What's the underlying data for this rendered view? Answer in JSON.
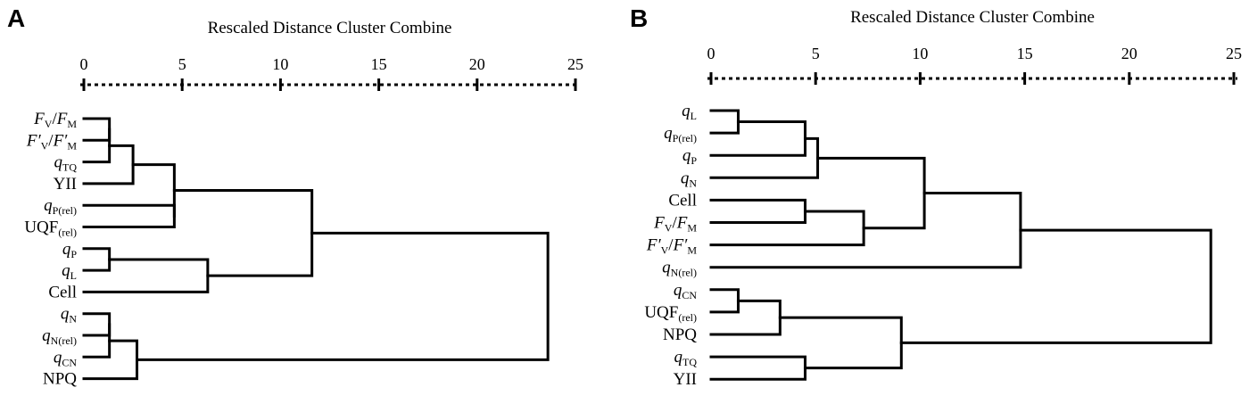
{
  "panels": [
    {
      "letter": "A",
      "axis_title": "Rescaled Distance Cluster Combine",
      "ticks": [
        "0",
        "5",
        "10",
        "15",
        "20",
        "25"
      ],
      "leaves": [
        {
          "base": "F",
          "sub": "V",
          "sep": "/",
          "base2": "F",
          "sub2": "M",
          "italic": true
        },
        {
          "base": "F′",
          "sub": "V",
          "sep": "/",
          "base2": "F′",
          "sub2": "M",
          "italic": true
        },
        {
          "base": "q",
          "sub": "TQ",
          "italic": true
        },
        {
          "base": "YII",
          "sub": "",
          "italic": false
        },
        {
          "base": "q",
          "sub": "P(rel)",
          "italic": true
        },
        {
          "base": "UQF",
          "sub": "(rel)",
          "italic": false
        },
        {
          "base": "q",
          "sub": "P",
          "italic": true
        },
        {
          "base": "q",
          "sub": "L",
          "italic": true
        },
        {
          "base": "Cell",
          "sub": "",
          "italic": false
        },
        {
          "base": "q",
          "sub": "N",
          "italic": true
        },
        {
          "base": "q",
          "sub": "N(rel)",
          "italic": true
        },
        {
          "base": "q",
          "sub": "CN",
          "italic": true
        },
        {
          "base": "NPQ",
          "sub": "",
          "italic": false
        }
      ],
      "merges": [
        {
          "a": 0,
          "b": 1,
          "d": 1.3
        },
        {
          "a": "m0",
          "b": 2,
          "d": 1.3
        },
        {
          "a": "m1",
          "b": 3,
          "d": 2.5
        },
        {
          "a": 4,
          "b": 5,
          "d": 4.6
        },
        {
          "a": "m2",
          "b": "m3",
          "d": 4.6
        },
        {
          "a": 6,
          "b": 7,
          "d": 1.3
        },
        {
          "a": "m5",
          "b": 8,
          "d": 6.3
        },
        {
          "a": "m4",
          "b": "m6",
          "d": 11.6
        },
        {
          "a": 9,
          "b": 10,
          "d": 1.3
        },
        {
          "a": "m8",
          "b": 11,
          "d": 1.3
        },
        {
          "a": "m9",
          "b": 12,
          "d": 2.7
        },
        {
          "a": "m7",
          "b": "m10",
          "d": 23.6
        }
      ]
    },
    {
      "letter": "B",
      "axis_title": "Rescaled Distance Cluster Combine",
      "ticks": [
        "0",
        "5",
        "10",
        "15",
        "20",
        "25"
      ],
      "leaves": [
        {
          "base": "q",
          "sub": "L",
          "italic": true
        },
        {
          "base": "q",
          "sub": "P(rel)",
          "italic": true
        },
        {
          "base": "q",
          "sub": "P",
          "italic": true
        },
        {
          "base": "q",
          "sub": "N",
          "italic": true
        },
        {
          "base": "Cell",
          "sub": "",
          "italic": false
        },
        {
          "base": "F",
          "sub": "V",
          "sep": "/",
          "base2": "F",
          "sub2": "M",
          "italic": true
        },
        {
          "base": "F′",
          "sub": "V",
          "sep": "/",
          "base2": "F′",
          "sub2": "M",
          "italic": true
        },
        {
          "base": "q",
          "sub": "N(rel)",
          "italic": true
        },
        {
          "base": "q",
          "sub": "CN",
          "italic": true
        },
        {
          "base": "UQF",
          "sub": "(rel)",
          "italic": false
        },
        {
          "base": "NPQ",
          "sub": "",
          "italic": false
        },
        {
          "base": "q",
          "sub": "TQ",
          "italic": true
        },
        {
          "base": "YII",
          "sub": "",
          "italic": false
        }
      ],
      "merges": [
        {
          "a": 0,
          "b": 1,
          "d": 1.3
        },
        {
          "a": "m0",
          "b": 2,
          "d": 4.5
        },
        {
          "a": "m1",
          "b": 3,
          "d": 5.1
        },
        {
          "a": 4,
          "b": 5,
          "d": 4.5
        },
        {
          "a": "m3",
          "b": 6,
          "d": 7.3
        },
        {
          "a": "m2",
          "b": "m4",
          "d": 10.2
        },
        {
          "a": "m5",
          "b": 7,
          "d": 14.8
        },
        {
          "a": 8,
          "b": 9,
          "d": 1.3
        },
        {
          "a": "m7",
          "b": 10,
          "d": 3.3
        },
        {
          "a": 11,
          "b": 12,
          "d": 4.5
        },
        {
          "a": "m8",
          "b": "m9",
          "d": 9.1
        },
        {
          "a": "m6",
          "b": "m10",
          "d": 23.9
        }
      ]
    }
  ]
}
